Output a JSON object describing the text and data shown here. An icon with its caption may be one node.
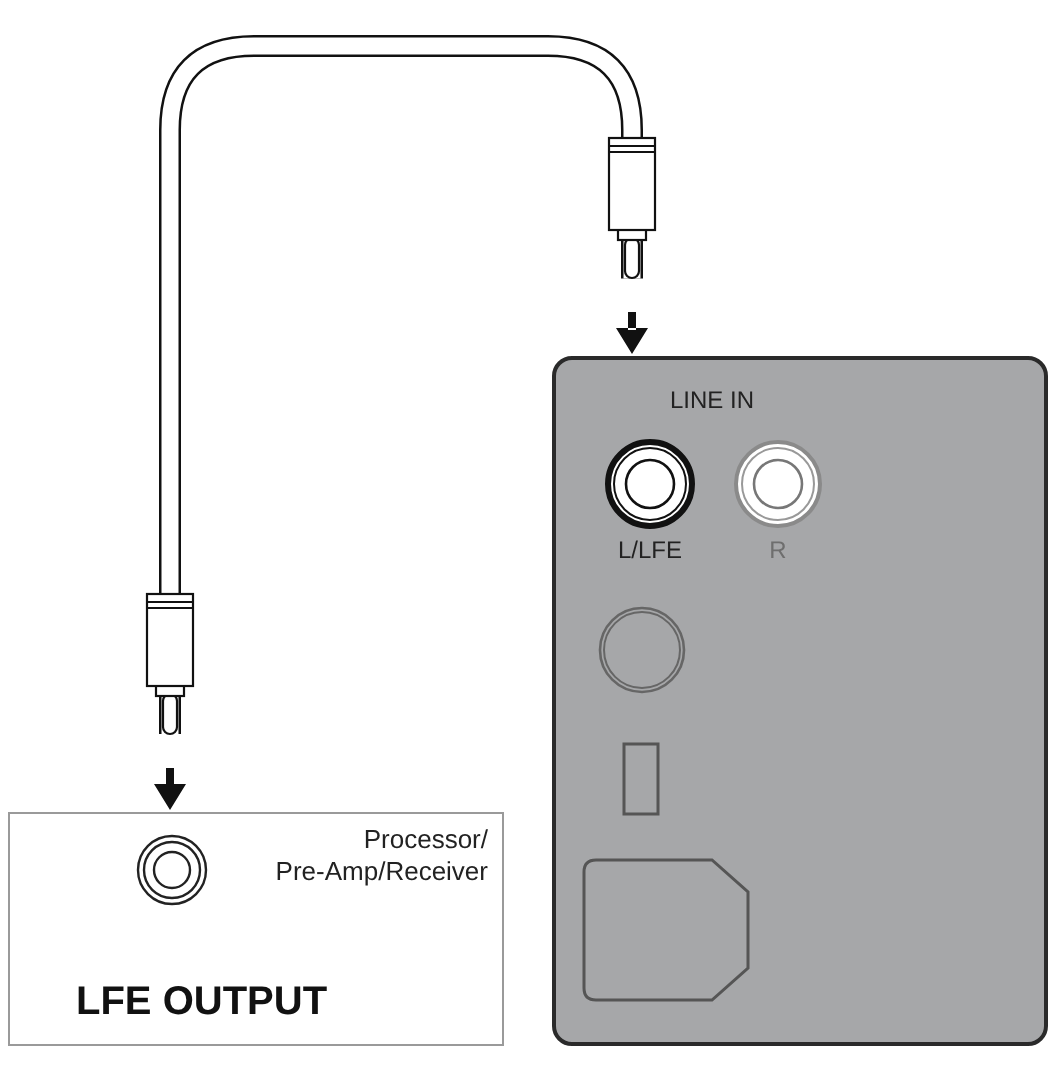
{
  "diagram": {
    "nodes": [
      {
        "text": [
          "Processor/ Pre-Amp/Receiver",
          "LFE OUTPUT"
        ]
      },
      {
        "text": [],
        "shape": "circle",
        "in": 0
      },
      {
        "text": [
          "LINE IN"
        ]
      },
      {
        "text": [
          "L/LFE"
        ],
        "in": 2
      },
      {
        "text": [
          "R"
        ],
        "in": 2
      }
    ],
    "edges": [
      {
        "from": 0,
        "to": 2,
        "arrow": "both"
      }
    ]
  }
}
